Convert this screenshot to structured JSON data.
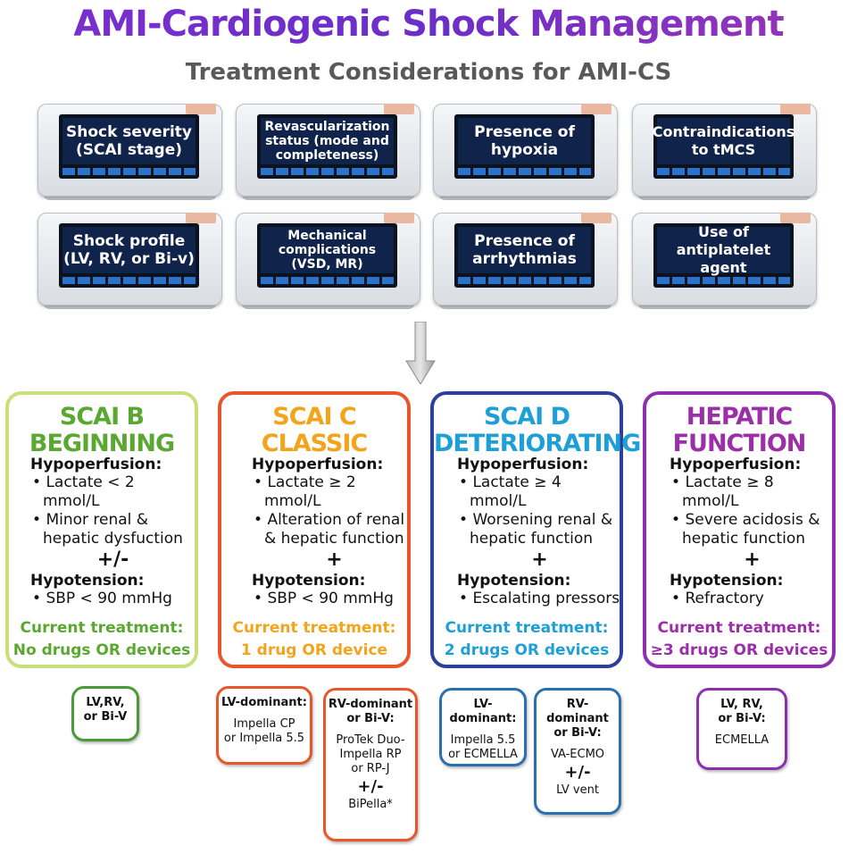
{
  "title": "AMI-Cardiogenic Shock Management",
  "subtitle": "Treatment Considerations for AMI-CS",
  "considerations": [
    "Shock severity\n(SCAI stage)",
    "Revascularization\nstatus (mode and\ncompleteness)",
    "Presence of\nhypoxia",
    "Contraindications\nto tMCS",
    "Shock profile\n(LV, RV, or Bi-v)",
    "Mechanical\ncomplications\n(VSD, MR)",
    "Presence of\narrhythmias",
    "Use of antiplatelet\nagent"
  ],
  "stages": [
    {
      "title1": "SCAI B",
      "title2": "BEGINNING",
      "color": "#5aa832",
      "border": "#c7e07a",
      "hypo_label": "Hypoperfusion:",
      "hypo_items": [
        "Lactate < 2 mmol/L",
        "Minor renal & hepatic dysfuction"
      ],
      "connector": "+/-",
      "bp_label": "Hypotension:",
      "bp_item": "SBP < 90 mmHg",
      "treat_label": "Current treatment:",
      "treat_value": "No drugs OR devices"
    },
    {
      "title1": "SCAI C",
      "title2": "CLASSIC",
      "color": "#f2a51c",
      "border": "#e8562a",
      "hypo_label": "Hypoperfusion:",
      "hypo_items": [
        "Lactate ≥ 2 mmol/L",
        "Alteration of renal & hepatic function"
      ],
      "connector": "+",
      "bp_label": "Hypotension:",
      "bp_item": "SBP < 90 mmHg",
      "treat_label": "Current treatment:",
      "treat_value": "1 drug OR device"
    },
    {
      "title1": "SCAI D",
      "title2": "DETERIORATING",
      "color": "#1e9fd6",
      "border": "#2c3f9a",
      "hypo_label": "Hypoperfusion:",
      "hypo_items": [
        "Lactate ≥ 4 mmol/L",
        "Worsening renal & hepatic function"
      ],
      "connector": "+",
      "bp_label": "Hypotension:",
      "bp_item": "Escalating pressors",
      "treat_label": "Current treatment:",
      "treat_value": "2 drugs OR devices"
    },
    {
      "title1": "HEPATIC",
      "title2": "FUNCTION",
      "color": "#9b2fa8",
      "border": "#8e2fb0",
      "hypo_label": "Hypoperfusion:",
      "hypo_items": [
        "Lactate ≥ 8 mmol/L",
        "Severe acidosis & hepatic function"
      ],
      "connector": "+",
      "bp_label": "Hypotension:",
      "bp_item": "Refractory",
      "treat_label": "Current treatment:",
      "treat_value": "≥3 drugs OR devices"
    }
  ],
  "devices": {
    "b": {
      "head": "LV,RV,\nor Bi-V"
    },
    "c_lv": {
      "head": "LV-dominant:",
      "text": "Impella CP\nor Impella 5.5"
    },
    "c_rv": {
      "head": "RV-dominant\nor Bi-V:",
      "text": "ProTek Duo-\nImpella RP\nor RP-J",
      "connector": "+/-",
      "extra": "BiPella*"
    },
    "d_lv": {
      "head": "LV-dominant:",
      "text": "Impella 5.5\nor ECMELLA"
    },
    "d_rv": {
      "head": "RV-dominant\nor Bi-V:",
      "text": "VA-ECMO",
      "connector": "+/-",
      "extra": "LV vent"
    },
    "e": {
      "head": "LV, RV,\nor Bi-V:",
      "text": "ECMELLA"
    }
  }
}
